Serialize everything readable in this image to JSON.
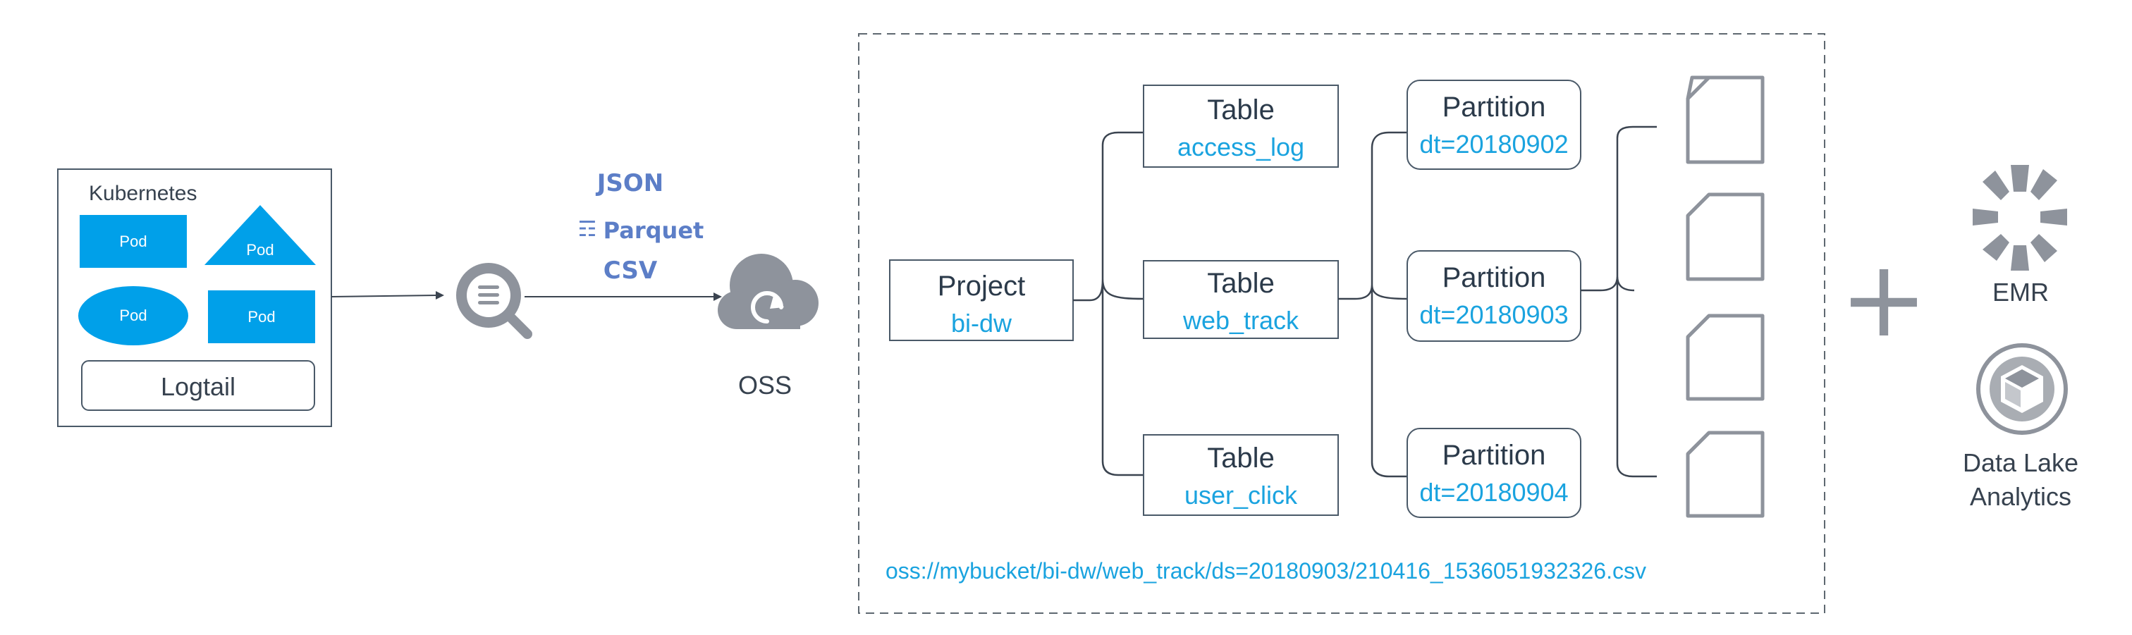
{
  "colors": {
    "pod_blue": "#00a0e9",
    "accent_blue": "#1aa3df",
    "icon_gray": "#8e939c",
    "box_border": "#4a5968",
    "format_blue": "#5c7ec7",
    "dashed_border": "#5e6870"
  },
  "kubernetes": {
    "title": "Kubernetes",
    "pods": [
      "Pod",
      "Pod",
      "Pod",
      "Pod"
    ],
    "logtail": "Logtail"
  },
  "formats": [
    "JSON",
    "Parquet",
    "CSV"
  ],
  "oss": {
    "label": "OSS",
    "icon": "cloud-upload-icon"
  },
  "log_service": {
    "icon": "log-service-search-icon"
  },
  "project": {
    "title": "Project",
    "name": "bi-dw"
  },
  "tables": [
    {
      "title": "Table",
      "name": "access_log"
    },
    {
      "title": "Table",
      "name": "web_track"
    },
    {
      "title": "Table",
      "name": "user_click"
    }
  ],
  "partitions": [
    {
      "title": "Partition",
      "name": "dt=20180902"
    },
    {
      "title": "Partition",
      "name": "dt=20180903"
    },
    {
      "title": "Partition",
      "name": "dt=20180904"
    }
  ],
  "file_icons": [
    "file-icon",
    "file-icon",
    "file-icon",
    "file-icon"
  ],
  "path": "oss://mybucket/bi-dw/web_track/ds=20180903/210416_1536051932326.csv",
  "plus": "+",
  "emr": {
    "label": "EMR",
    "icon": "emr-icon"
  },
  "dla": {
    "line1": "Data Lake",
    "line2": "Analytics",
    "icon": "data-lake-analytics-icon"
  }
}
